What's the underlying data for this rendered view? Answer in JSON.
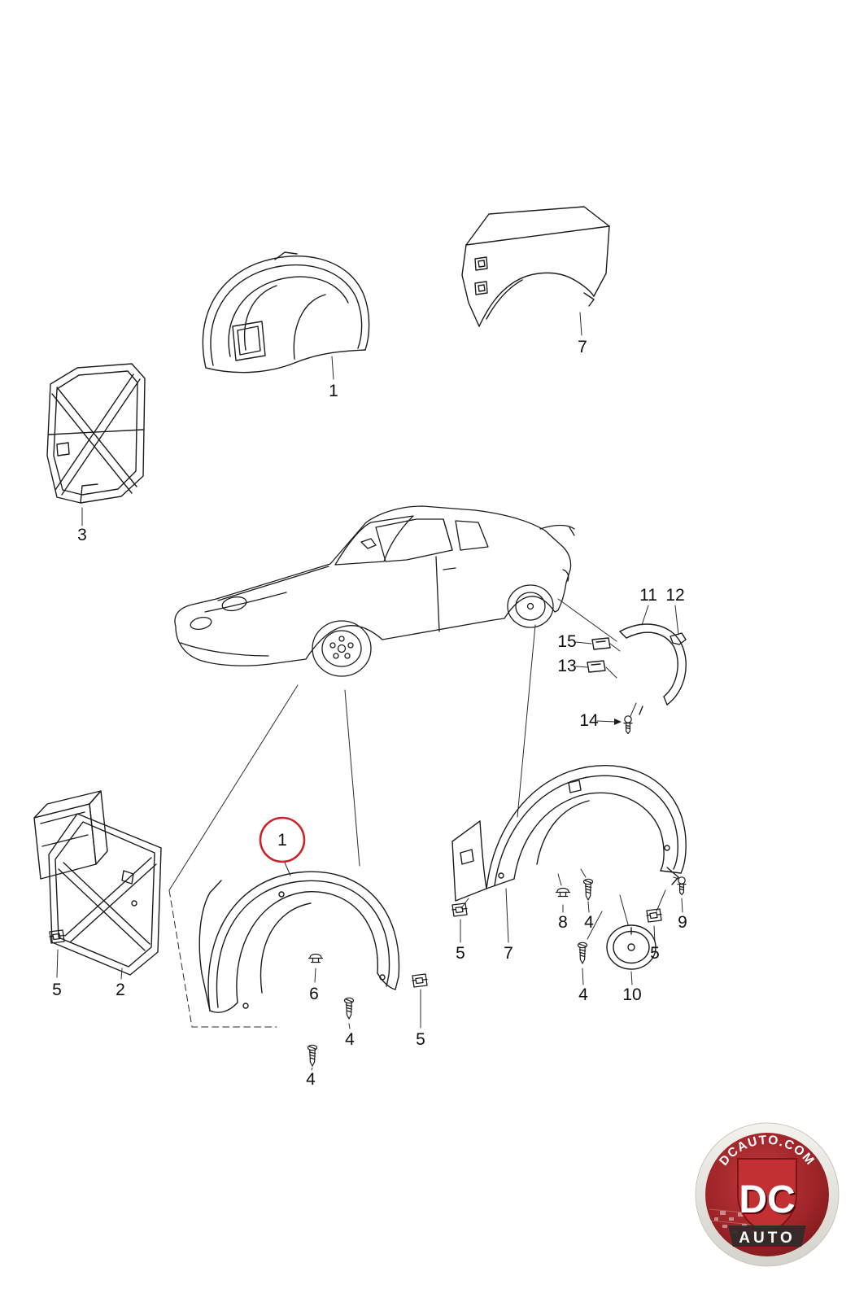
{
  "diagram": {
    "highlight_color": "#c8242b",
    "line_color": "#1c1c1c",
    "callouts": [
      {
        "label": "1"
      },
      {
        "label": "7"
      },
      {
        "label": "3"
      },
      {
        "label": "11"
      },
      {
        "label": "12"
      },
      {
        "label": "15"
      },
      {
        "label": "13"
      },
      {
        "label": "14"
      },
      {
        "label": "5"
      },
      {
        "label": "2"
      },
      {
        "label": "1"
      },
      {
        "label": "6"
      },
      {
        "label": "4"
      },
      {
        "label": "5"
      },
      {
        "label": "4"
      },
      {
        "label": "5"
      },
      {
        "label": "7"
      },
      {
        "label": "8"
      },
      {
        "label": "4"
      },
      {
        "label": "9"
      },
      {
        "label": "4"
      },
      {
        "label": "10"
      },
      {
        "label": "5"
      }
    ]
  },
  "logo": {
    "site": "DCAUTO.COM",
    "brand": "DC",
    "sub": "AUTO",
    "colors": {
      "ring": "#e9e6e0",
      "bg": "#9e2428",
      "shield": "#c23034",
      "band": "#2e2b29",
      "text": "#ffffff"
    }
  }
}
